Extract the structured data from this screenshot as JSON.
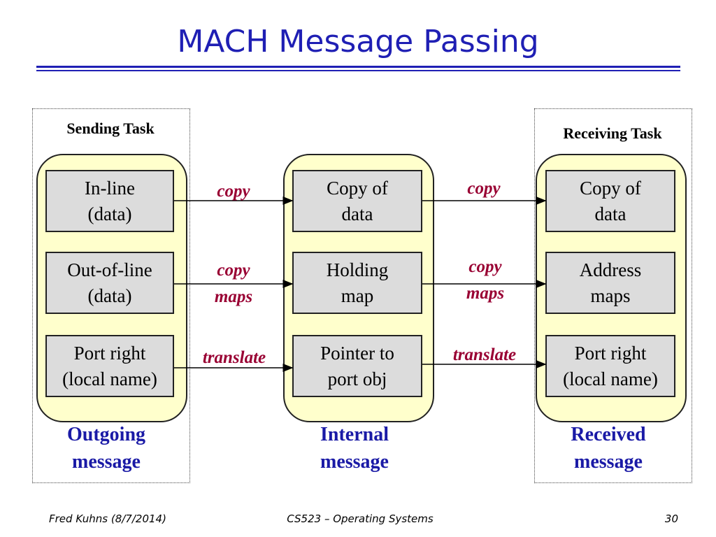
{
  "title": "MACH Message Passing",
  "columns": {
    "sending": {
      "frame_label": "Sending Task",
      "caption": [
        "Outgoing",
        "message"
      ],
      "cells": [
        [
          "In-line",
          "(data)"
        ],
        [
          "Out-of-line",
          "(data)"
        ],
        [
          "Port right",
          "(local name)"
        ]
      ]
    },
    "internal": {
      "caption": [
        "Internal",
        "message"
      ],
      "cells": [
        [
          "Copy of",
          "data"
        ],
        [
          "Holding",
          "map"
        ],
        [
          "Pointer to",
          "port obj"
        ]
      ]
    },
    "receiving": {
      "frame_label": "Receiving Task",
      "caption": [
        "Received",
        "message"
      ],
      "cells": [
        [
          "Copy of",
          "data"
        ],
        [
          "Address",
          "maps"
        ],
        [
          "Port right",
          "(local name)"
        ]
      ]
    }
  },
  "operations": {
    "left": [
      [
        "copy"
      ],
      [
        "copy",
        "maps"
      ],
      [
        "translate"
      ]
    ],
    "right": [
      [
        "copy"
      ],
      [
        "copy",
        "maps"
      ],
      [
        "translate"
      ]
    ]
  },
  "footer": {
    "author": "Fred Kuhns (8/7/2014)",
    "course": "CS523 – Operating Systems",
    "page": "30"
  },
  "colors": {
    "title": "#1f1fb4",
    "panel_fill": "#ffffcc",
    "cell_fill": "#dcdcdc",
    "operation_text": "#990033",
    "caption_text": "#1a1aa6"
  }
}
